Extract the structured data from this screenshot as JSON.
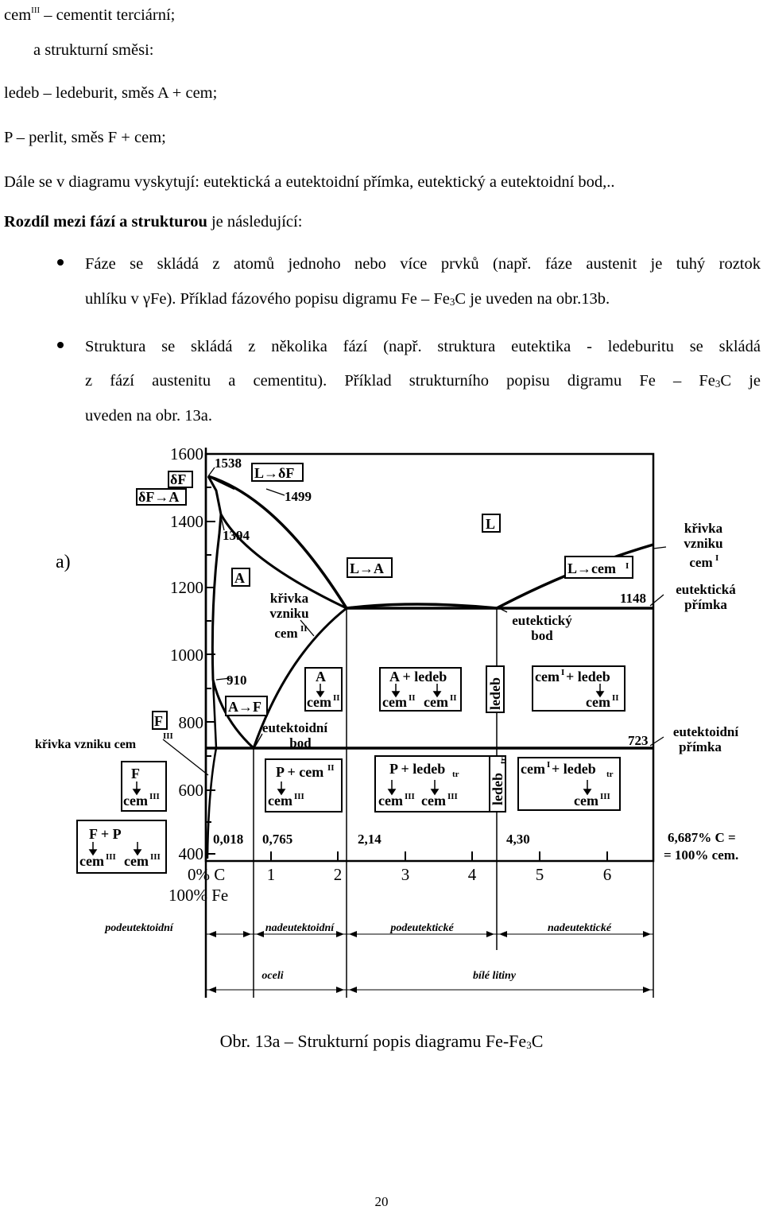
{
  "text": {
    "line1_main": "cem",
    "line1_sup": "III",
    "line1_rest": " – cementit terciární;",
    "line2": "a strukturní směsi:",
    "line3": "ledeb – ledeburit, směs A + cem;",
    "line4": "P – perlit, směs F + cem;",
    "line5": "Dále se v diagramu vyskytují: eutektická a eutektoidní přímka, eutektický a eutektoidní bod,..",
    "line6_bold": "Rozdíl mezi fází a strukturou",
    "line6_rest": " je následující:",
    "b1_l1": "Fáze se skládá z atomů jednoho nebo více prvků (např. fáze austenit je tuhý roztok",
    "b1_l2_a": "uhlíku v ",
    "b1_l2_gamma": "γ",
    "b1_l2_b": "Fe). Příklad fázového popisu digramu Fe – Fe",
    "b1_l2_sub": "3",
    "b1_l2_c": "C je uveden na obr.13b.",
    "b2_l1": "Struktura se skládá z několika fází (např. struktura eutektika - ledeburitu se skládá",
    "b2_l2_a": "z fází austenitu a cementitu). Příklad strukturního popisu digramu Fe – Fe",
    "b2_l2_sub": "3",
    "b2_l2_c": "C je",
    "b2_l3": "uveden na obr. 13a."
  },
  "diagram": {
    "panel_label": "a)",
    "y_ticks": [
      "1600",
      "1400",
      "1200",
      "1000",
      "800",
      "600",
      "400"
    ],
    "x_ticks": [
      "1",
      "2",
      "3",
      "4",
      "5",
      "6"
    ],
    "x_origin_1": "0% C",
    "x_origin_2": "100% Fe",
    "temps": [
      "1538",
      "1499",
      "1394",
      "910",
      "1148",
      "723"
    ],
    "comps": [
      "0,018",
      "0,765",
      "2,14",
      "4,30"
    ],
    "end_comp_1": "6,687% C =",
    "end_comp_2": "= 100% cem.",
    "boxes": {
      "dF": "δF",
      "dF_A": "δF→A",
      "L_dF": "L→δF",
      "L": "L",
      "A": "A",
      "L_A": "L→A",
      "L_cem": "L→cem",
      "cem": "cem",
      "F": "F",
      "ledeb": "ledeb",
      "A_ledeb": "A + ledeb",
      "cem_ledeb": "+ ledeb",
      "P_cem": "P + cem",
      "P_ledeb": "P + ledeb",
      "ledeb_tr": "ledeb",
      "tr": "tr",
      "cem_ledeb_tr": "+ ledeb",
      "F_P": "F + P",
      "A_F": "A→F",
      "I": "I",
      "II": "II",
      "III": "III"
    },
    "notes": {
      "krivka_cemI_1": "křivka",
      "krivka_cemI_2": "vzniku",
      "krivka_cemI_3": "cem",
      "eutekticka_1": "eutektická",
      "eutekticka_2": "přímka",
      "eutekticky_1": "eutektický",
      "eutekticky_2": "bod",
      "krivka_cemII_1": "křivka",
      "krivka_cemII_2": "vzniku",
      "krivka_cemII_3": "cem",
      "eutektoidni_bod_1": "eutektoidní",
      "eutektoidni_bod_2": "bod",
      "eutektoidni_primka_1": "eutektoidní",
      "eutektoidni_primka_2": "přímka",
      "krivka_cemIII": "křivka vzniku cem"
    },
    "regions": {
      "podeutektoidni": "podeutektoidní",
      "nadeutektoidni": "nadeutektoidní",
      "podeutekticke": "podeutektické",
      "nadeutekticke": "nadeutektické",
      "oceli": "oceli",
      "bile_litiny": "bílé litiny"
    }
  },
  "caption": {
    "main": "Obr. 13a – Strukturní popis diagramu Fe-Fe",
    "sub": "3",
    "rest": "C"
  },
  "page_number": "20"
}
